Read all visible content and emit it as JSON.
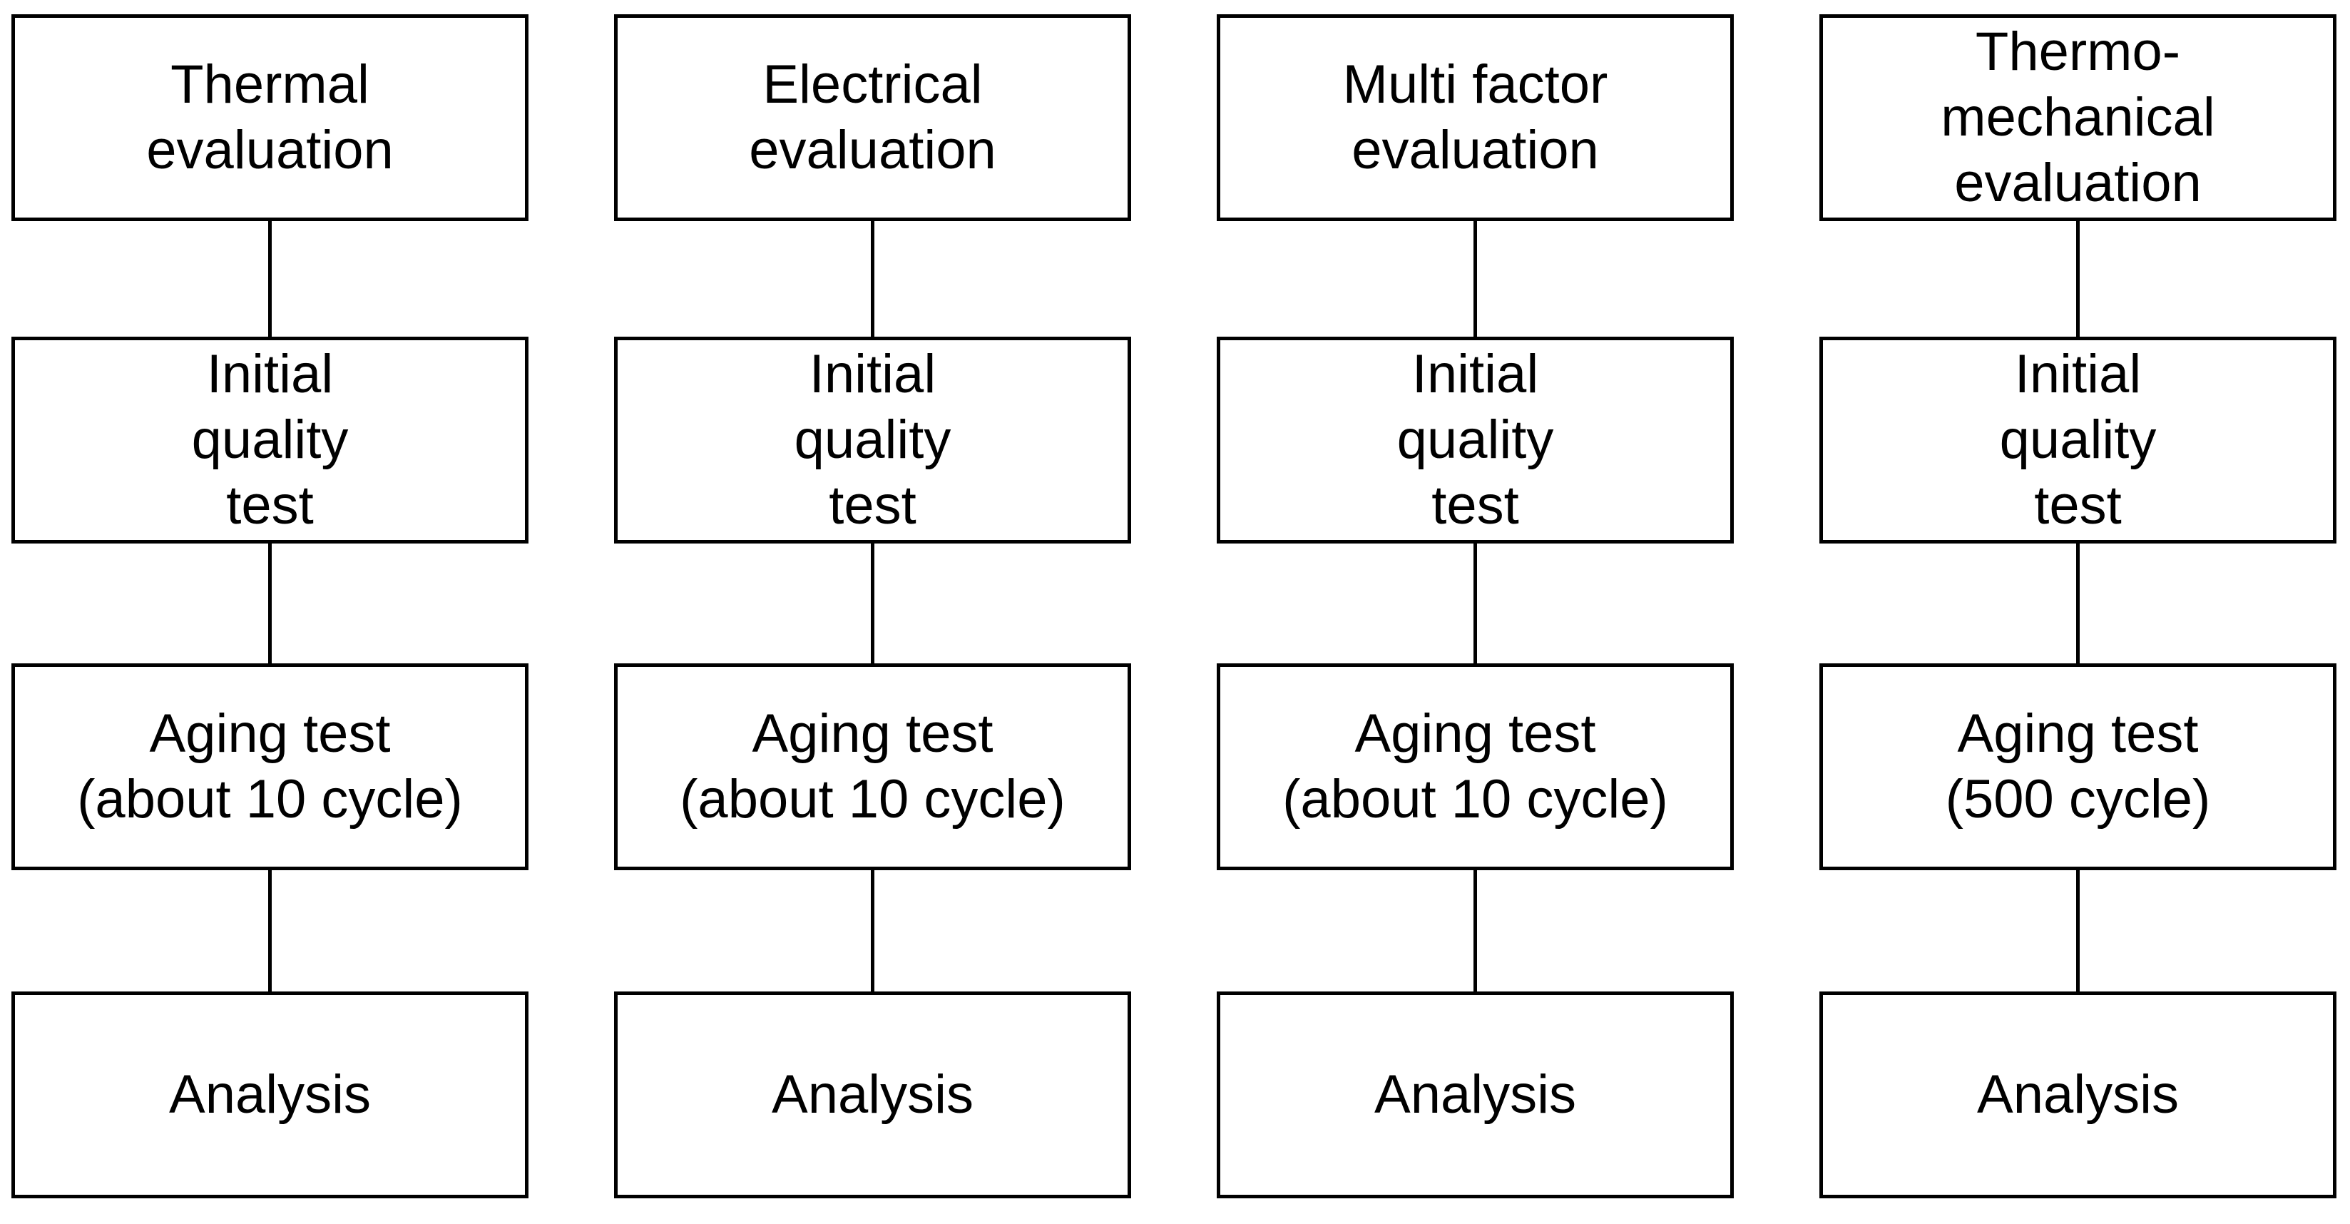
{
  "diagram": {
    "type": "flowchart",
    "description": "Four parallel vertical evaluation flows, each of four boxes connected by plain vertical lines",
    "colors": {
      "background": "#ffffff",
      "box_border": "#000000",
      "text": "#000000",
      "connector": "#000000"
    },
    "columns": [
      {
        "id": "thermal",
        "steps": [
          {
            "label": "Thermal\nevaluation"
          },
          {
            "label": "Initial\nquality\ntest"
          },
          {
            "label": "Aging test\n(about 10 cycle)"
          },
          {
            "label": "Analysis"
          }
        ]
      },
      {
        "id": "electrical",
        "steps": [
          {
            "label": "Electrical\nevaluation"
          },
          {
            "label": "Initial\nquality\ntest"
          },
          {
            "label": "Aging test\n(about 10 cycle)"
          },
          {
            "label": "Analysis"
          }
        ]
      },
      {
        "id": "multi-factor",
        "steps": [
          {
            "label": "Multi factor\nevaluation"
          },
          {
            "label": "Initial\nquality\ntest"
          },
          {
            "label": "Aging test\n(about 10 cycle)"
          },
          {
            "label": "Analysis"
          }
        ]
      },
      {
        "id": "thermo-mechanical",
        "steps": [
          {
            "label": "Thermo-\nmechanical\nevaluation"
          },
          {
            "label": "Initial\nquality\ntest"
          },
          {
            "label": "Aging test\n(500 cycle)"
          },
          {
            "label": "Analysis"
          }
        ]
      }
    ]
  }
}
